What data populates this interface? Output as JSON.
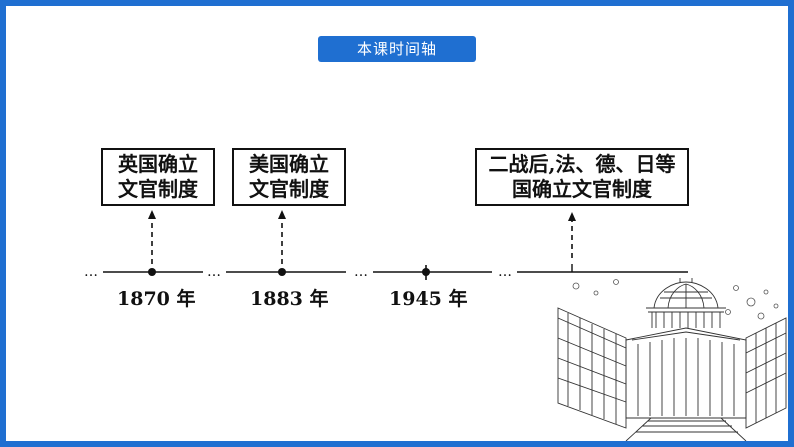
{
  "header": {
    "title": "本课时间轴"
  },
  "events": [
    {
      "line1": "英国确立",
      "line2": "文官制度"
    },
    {
      "line1": "美国确立",
      "line2": "文官制度"
    },
    {
      "line1": "二战后,法、德、日等",
      "line2": "国确立文官制度"
    }
  ],
  "years": [
    "1870 年",
    "1883 年",
    "1945 年"
  ],
  "ellipsis": "…",
  "colors": {
    "border": "#1f6fd1",
    "badge": "#1f6fd1",
    "line": "#111111"
  },
  "illustration": {
    "icon": "capitol-building-sketch"
  }
}
